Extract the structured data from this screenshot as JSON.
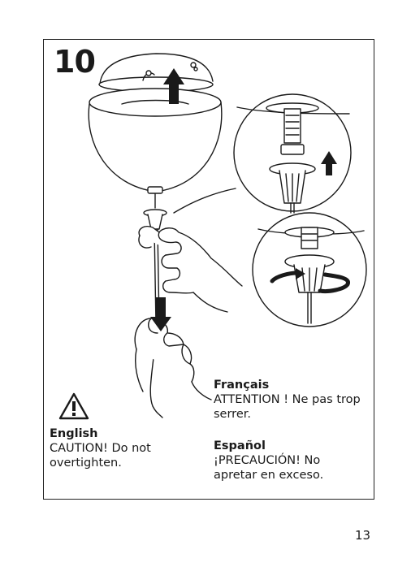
{
  "step": {
    "number": "10"
  },
  "warnings": {
    "english": {
      "heading": "English",
      "text": "CAUTION! Do not\novertighten."
    },
    "french": {
      "heading": "Français",
      "text": "ATTENTION ! Ne pas trop\nserrer."
    },
    "spanish": {
      "heading": "Español",
      "text": "¡PRECAUCIÓN! No\napretar en exceso."
    }
  },
  "icons": [
    "warning-triangle-icon",
    "arrow-up-icon",
    "arrow-down-icon",
    "rotate-arrow-icon"
  ],
  "page": {
    "number": "13"
  }
}
